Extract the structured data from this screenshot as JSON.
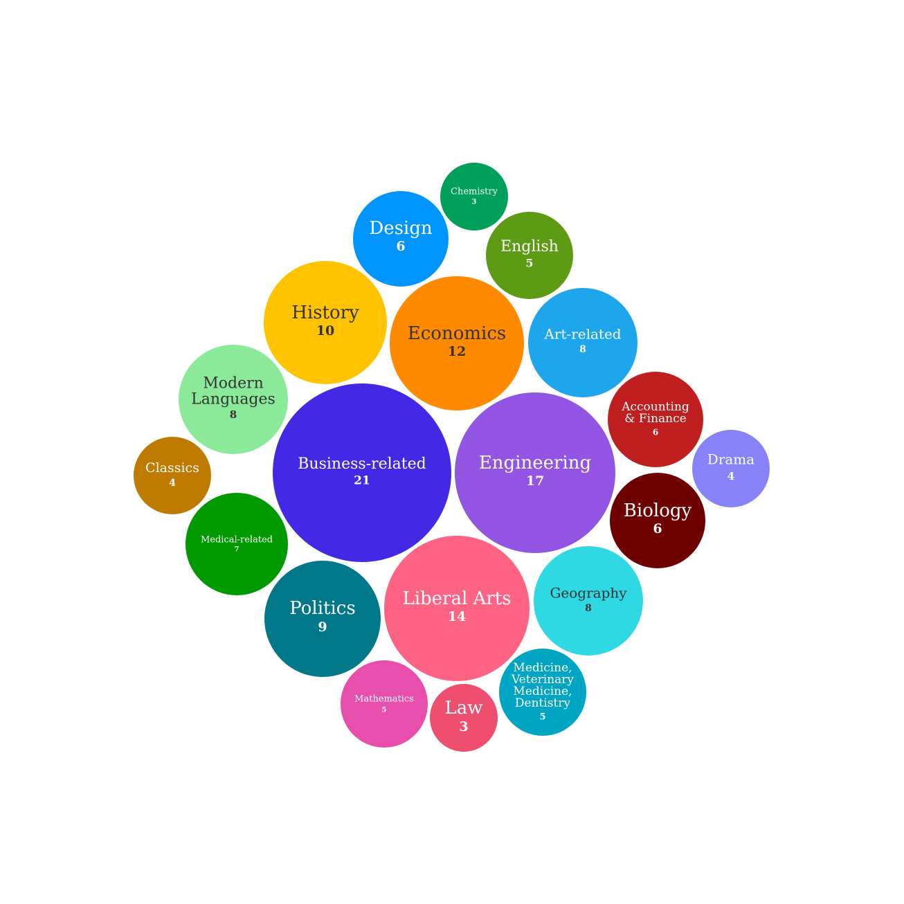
{
  "chart_data": {
    "type": "bubble",
    "items": [
      {
        "label": [
          "Business-related"
        ],
        "value": "21",
        "color": "#4328E6",
        "text_color": "#FFFFFF"
      },
      {
        "label": [
          "Engineering"
        ],
        "value": "17",
        "color": "#9255E3",
        "text_color": "#FFFFFF"
      },
      {
        "label": [
          "Liberal Arts"
        ],
        "value": "14",
        "color": "#FF6384",
        "text_color": "#FFFFFF"
      },
      {
        "label": [
          "Economics"
        ],
        "value": "12",
        "color": "#FF8A00",
        "text_color": "#333333"
      },
      {
        "label": [
          "History"
        ],
        "value": "10",
        "color": "#FFC300",
        "text_color": "#333333"
      },
      {
        "label": [
          "Politics"
        ],
        "value": "9",
        "color": "#00788A",
        "text_color": "#FFFFFF"
      },
      {
        "label": [
          "Art-related"
        ],
        "value": "8",
        "color": "#1EA6EC",
        "text_color": "#FFFFFF"
      },
      {
        "label": [
          "Modern",
          "Languages"
        ],
        "value": "8",
        "color": "#8BEA9A",
        "text_color": "#333333"
      },
      {
        "label": [
          "Geography"
        ],
        "value": "8",
        "color": "#2ED9E3",
        "text_color": "#333333"
      },
      {
        "label": [
          "Medical-related"
        ],
        "value": "7",
        "color": "#009A00",
        "text_color": "#FFFFFF"
      },
      {
        "label": [
          "Design"
        ],
        "value": "6",
        "color": "#0094FF",
        "text_color": "#FFFFFF"
      },
      {
        "label": [
          "Accounting",
          "& Finance"
        ],
        "value": "6",
        "color": "#BF1F1F",
        "text_color": "#FFFFFF"
      },
      {
        "label": [
          "Biology"
        ],
        "value": "6",
        "color": "#6E0000",
        "text_color": "#FFFFFF"
      },
      {
        "label": [
          "English"
        ],
        "value": "5",
        "color": "#5E9B14",
        "text_color": "#FFFFFF"
      },
      {
        "label": [
          "Mathematics"
        ],
        "value": "5",
        "color": "#E84FAD",
        "text_color": "#FFFFFF"
      },
      {
        "label": [
          "Medicine,",
          "Veterinary",
          "Medicine,",
          "Dentistry"
        ],
        "value": "5",
        "color": "#00A5C4",
        "text_color": "#FFFFFF"
      },
      {
        "label": [
          "Classics"
        ],
        "value": "4",
        "color": "#BF7A00",
        "text_color": "#FFFFFF"
      },
      {
        "label": [
          "Drama"
        ],
        "value": "4",
        "color": "#8882F8",
        "text_color": "#FFFFFF"
      },
      {
        "label": [
          "Chemistry"
        ],
        "value": "3",
        "color": "#00A05A",
        "text_color": "#FFFFFF"
      },
      {
        "label": [
          "Law"
        ],
        "value": "3",
        "color": "#EE4F6E",
        "text_color": "#FFFFFF"
      }
    ]
  }
}
